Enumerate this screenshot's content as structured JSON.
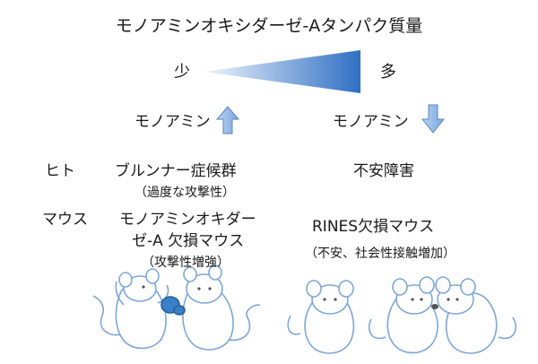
{
  "title": "モノアミンオキシダーゼ-Aタンパク質量",
  "scale": {
    "low_label": "少",
    "high_label": "多"
  },
  "left_column": {
    "monoamine_label": "モノアミン",
    "human_condition": "ブルンナー症候群",
    "human_symptom": "（過度な攻撃性）",
    "mouse_line1": "モノアミンオキダー",
    "mouse_line2": "ゼ-A 欠損マウス",
    "mouse_symptom": "（攻撃性増強）"
  },
  "right_column": {
    "monoamine_label": "モノアミン",
    "human_condition": "不安障害",
    "mouse_model": "RINES欠損マウス",
    "mouse_symptom": "（不安、社会性接触増加）"
  },
  "row_labels": {
    "human": "ヒト",
    "mouse": "マウス"
  },
  "colors": {
    "wedge_light": "#e8f0fb",
    "wedge_dark": "#2f6fc4",
    "arrow": "#8fb6e6",
    "mouse_outline": "#7fa7d6",
    "glove": "#3a80c8"
  },
  "icons": {
    "left_arrow": "up-arrow-icon",
    "right_arrow": "down-arrow-icon"
  }
}
